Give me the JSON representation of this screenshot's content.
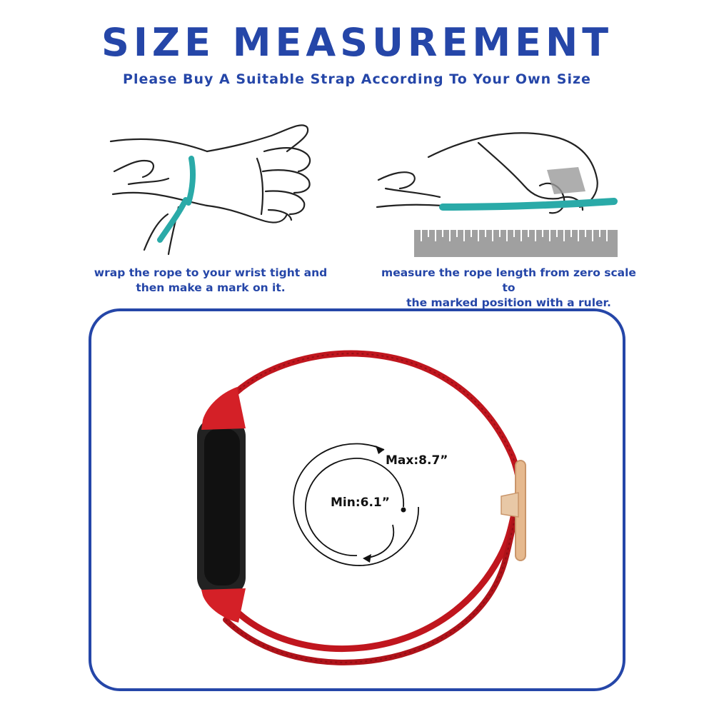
{
  "header": {
    "title": "SIZE MEASUREMENT",
    "subtitle": "Please Buy A Suitable Strap According To Your Own Size"
  },
  "steps": [
    {
      "caption_line1": "wrap the rope to your wrist tight and",
      "caption_line2": "then make a mark on it."
    },
    {
      "caption_line1": "measure the rope length from zero scale to",
      "caption_line2": "the marked position with a ruler."
    }
  ],
  "product": {
    "max_label": "Max:8.7”",
    "min_label": "Min:6.1”"
  },
  "colors": {
    "accent": "#2546a8",
    "rope": "#2aaaa8",
    "strap": "#c0161e",
    "ruler": "#a0a0a0"
  },
  "icons": [
    "wrist-wrap-illustration",
    "ruler-measure-illustration",
    "strap-image",
    "size-range-arrows-icon"
  ]
}
